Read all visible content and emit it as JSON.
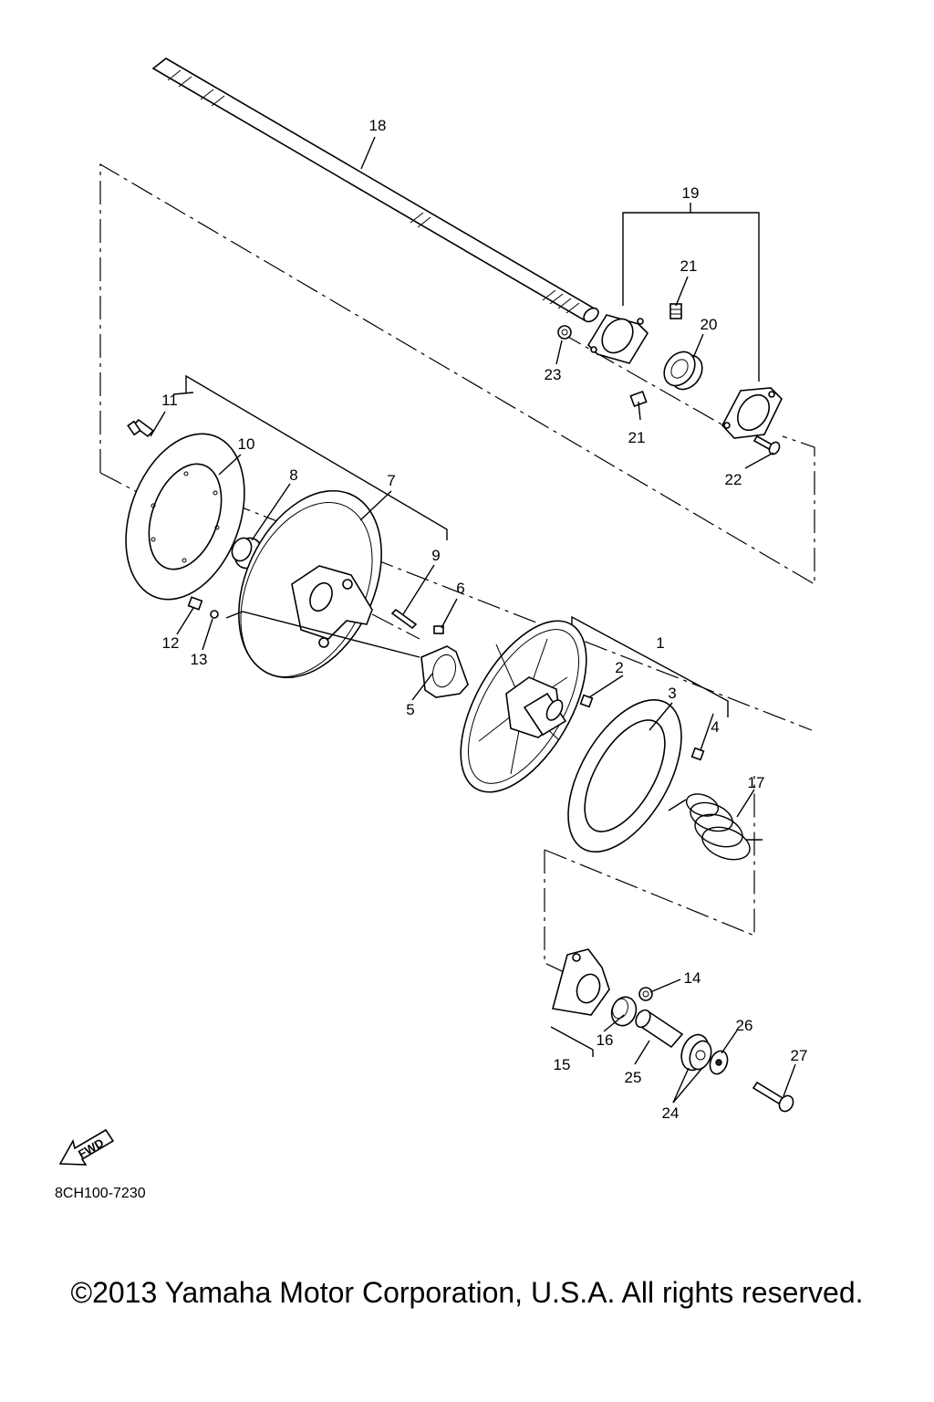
{
  "diagram": {
    "part_labels": [
      "1",
      "2",
      "3",
      "4",
      "5",
      "6",
      "7",
      "8",
      "9",
      "10",
      "11",
      "12",
      "13",
      "14",
      "15",
      "16",
      "17",
      "18",
      "19",
      "20",
      "21",
      "21",
      "22",
      "23",
      "24",
      "25",
      "26",
      "27"
    ],
    "fwd_label": "FWD",
    "diagram_code": "8CH100-7230"
  },
  "footer": {
    "copyright": "©2013 Yamaha Motor Corporation, U.S.A. All rights reserved."
  }
}
